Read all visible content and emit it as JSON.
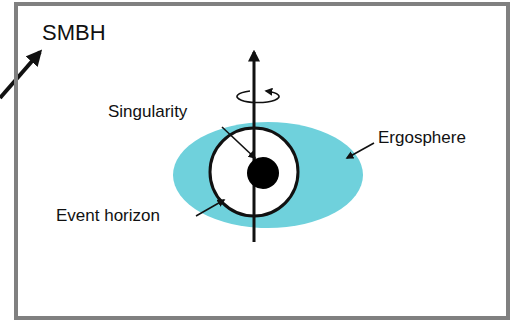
{
  "diagram": {
    "nodes": [
      {
        "text": [
          "SMBH"
        ]
      }
    ],
    "labels": [
      "Singularity",
      "Ergosphere",
      "Event horizon"
    ]
  }
}
